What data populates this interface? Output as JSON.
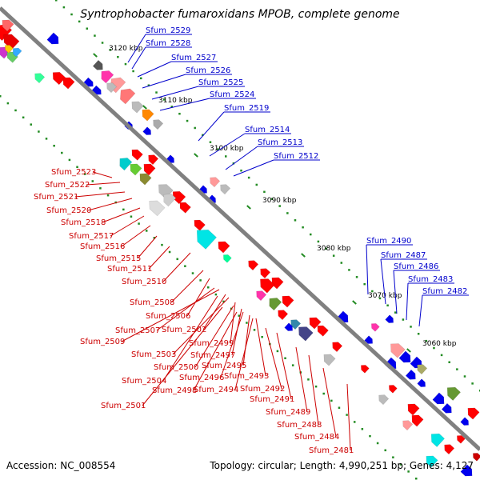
{
  "title": "Syntrophobacter fumaroxidans MPOB, complete genome",
  "footer": {
    "accession": "Accession: NC_008554",
    "topology": "Topology: circular; Length: 4,990,251 bp; Genes: 4,127"
  },
  "colors": {
    "forward_label": "#0000cc",
    "reverse_label": "#cc0000",
    "backbone": "#808080",
    "tick": "#228b22"
  },
  "ticks": [
    "3120 kbp",
    "3110 kbp",
    "3100 kbp",
    "3090 kbp",
    "3080 kbp",
    "3070 kbp",
    "3060 kbp"
  ],
  "forward_labels": [
    "Sfum_2529",
    "Sfum_2528",
    "Sfum_2527",
    "Sfum_2526",
    "Sfum_2525",
    "Sfum_2524",
    "Sfum_2519",
    "Sfum_2514",
    "Sfum_2513",
    "Sfum_2512",
    "Sfum_2490",
    "Sfum_2487",
    "Sfum_2486",
    "Sfum_2483",
    "Sfum_2482"
  ],
  "reverse_labels": [
    "Sfum_2523",
    "Sfum_2522",
    "Sfum_2521",
    "Sfum_2520",
    "Sfum_2518",
    "Sfum_2517",
    "Sfum_2516",
    "Sfum_2515",
    "Sfum_2511",
    "Sfum_2510",
    "Sfum_2508",
    "Sfum_2506",
    "Sfum_2507",
    "Sfum_2502",
    "Sfum_2509",
    "Sfum_2499",
    "Sfum_2503",
    "Sfum_2497",
    "Sfum_2500",
    "Sfum_2495",
    "Sfum_2496",
    "Sfum_2493",
    "Sfum_2504",
    "Sfum_2498",
    "Sfum_2494",
    "Sfum_2492",
    "Sfum_2491",
    "Sfum_2501",
    "Sfum_2489",
    "Sfum_2488",
    "Sfum_2484",
    "Sfum_2481"
  ]
}
